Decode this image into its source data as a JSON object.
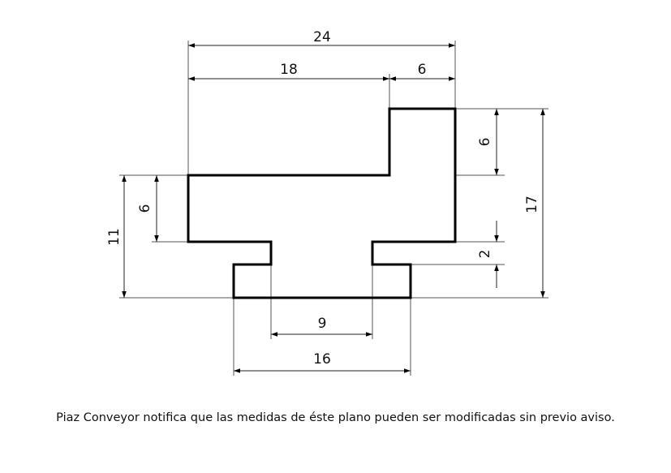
{
  "drawing": {
    "dimensions": {
      "overall_width": "24",
      "upper_left_width": "18",
      "upper_right_width": "6",
      "right_step_height": "6",
      "overall_height": "17",
      "right_notch_height": "2",
      "left_total_height": "11",
      "left_body_height": "6",
      "neck_width": "9",
      "base_width": "16"
    },
    "units_note": "Piaz Conveyor notifica que las medidas de éste plano pueden ser modificadas sin previo aviso."
  }
}
